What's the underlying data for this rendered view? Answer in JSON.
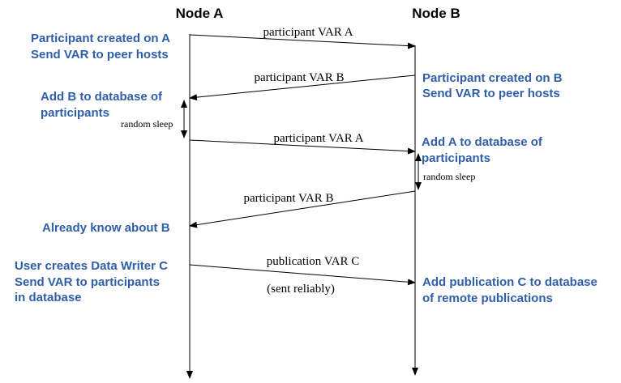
{
  "nodes": {
    "a": "Node A",
    "b": "Node B"
  },
  "messages": [
    {
      "label": "participant VAR A",
      "from": "A",
      "to": "B"
    },
    {
      "label": "participant VAR B",
      "from": "B",
      "to": "A"
    },
    {
      "label": "participant VAR A",
      "from": "A",
      "to": "B"
    },
    {
      "label": "participant VAR B",
      "from": "B",
      "to": "A"
    },
    {
      "label": "publication VAR C",
      "from": "A",
      "to": "B",
      "sublabel": "(sent reliably)"
    }
  ],
  "notes_a": [
    [
      "Participant created on A",
      "Send VAR to peer hosts"
    ],
    [
      "Add B to database of",
      "participants"
    ],
    [
      "Already know about B"
    ],
    [
      "User creates Data Writer C",
      "Send VAR to participants",
      "in database"
    ]
  ],
  "notes_b": [
    [
      "Participant created on B",
      "Send VAR to peer hosts"
    ],
    [
      "Add A to database of",
      "participants"
    ],
    [
      "Add publication C to database",
      "of remote publications"
    ]
  ],
  "sleep": {
    "a": "random sleep",
    "b": "random sleep"
  },
  "colors": {
    "note": "#2f5fa8",
    "line": "#000000"
  }
}
